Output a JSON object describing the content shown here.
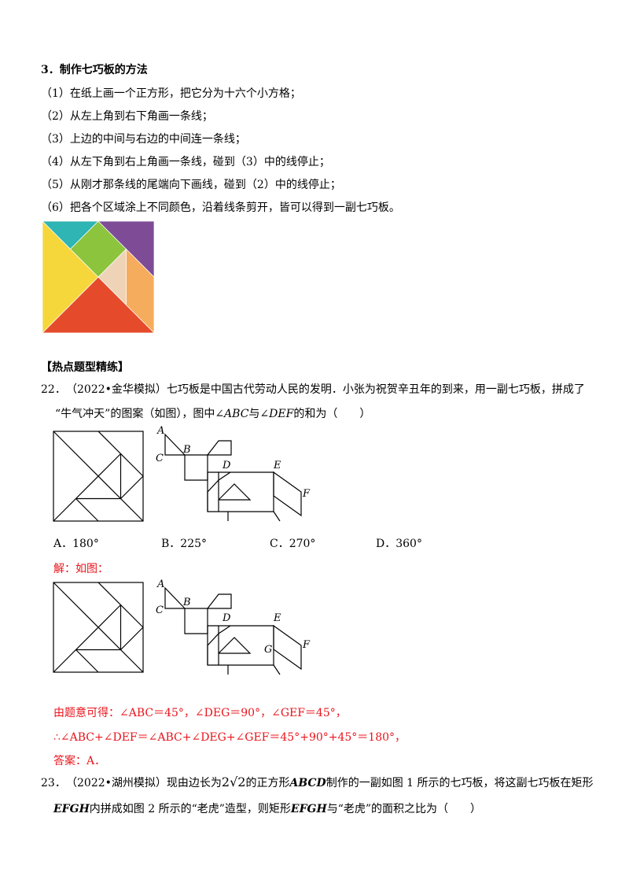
{
  "section3": {
    "title": "3．制作七巧板的方法",
    "steps": [
      "（1）在纸上画一个正方形，把它分为十六个小方格；",
      "（2）从左上角到右下角画一条线；",
      "（3）上边的中间与右边的中间连一条线；",
      "（4）从左下角到右上角画一条线，碰到（3）中的线停止；",
      "（5）从刚才那条线的尾端向下画线，碰到（2）中的线停止；",
      "（6）把各个区域涂上不同颜色，沿着线条剪开，皆可以得到一副七巧板。"
    ],
    "tangram_colors": {
      "teal": "#2fb5b3",
      "yellow": "#f5d73b",
      "green": "#8dc43e",
      "purple": "#7e4c96",
      "beige": "#eed3b6",
      "orange": "#f6ac5d",
      "red": "#e54b2b"
    }
  },
  "hot_header": "【热点题型精练】",
  "q22": {
    "number": "22．",
    "line1": "（2022•金华模拟）七巧板是中国古代劳动人民的发明．小张为祝贺辛丑年的到来，用一副七巧板，拼成了",
    "line2_a": "“牛气冲天”的图案（如图），图中∠",
    "line2_abc": "ABC",
    "line2_b": "与∠",
    "line2_def": "DEF",
    "line2_c": "的和为（　　）",
    "options": [
      "A．180°",
      "B．225°",
      "C．270°",
      "D．360°"
    ],
    "figure_labels": {
      "A": "A",
      "B": "B",
      "C": "C",
      "D": "D",
      "E": "E",
      "F": "F",
      "G": "G"
    },
    "solution_label": "解：如图：",
    "sol_line1": "由题意可得：∠ABC＝45°，∠DEG＝90°，∠GEF＝45°，",
    "sol_line2": "∴∠ABC+∠DEF＝∠ABC+∠DEG+∠GEF＝45°+90°+45°＝180°，",
    "answer": "答案：A．"
  },
  "q23": {
    "number": "23．",
    "line1_a": "（2022•湖州模拟）现由边长为",
    "radical": "2√2",
    "line1_b": "的正方形",
    "abcd": "ABCD",
    "line1_c": "制作的一副如图 1 所示的七巧板，将这副七巧板在矩形",
    "line2_efgh": "EFGH",
    "line2_a": "内拼成如图 2 所示的“老虎”造型，则矩形",
    "line2_efgh2": "EFGH",
    "line2_b": "与“老虎”的面积之比为（　　）"
  }
}
